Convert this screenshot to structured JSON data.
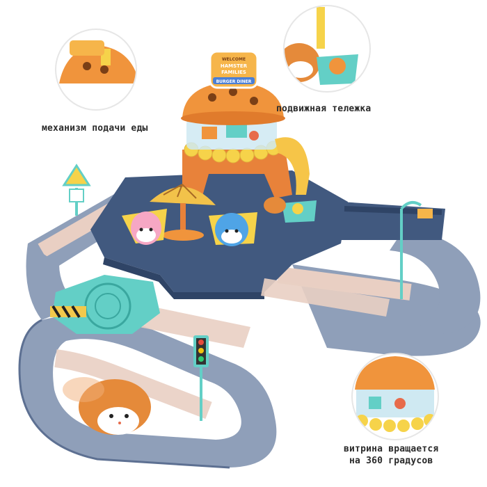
{
  "captions": {
    "feeding": "механизм подачи еды",
    "cart": "подвижная тележка",
    "rotate_line1": "витрина вращается",
    "rotate_line2": "на 360 градусов"
  },
  "sign": {
    "line1": "WELCOME",
    "line2": "HAMSTER",
    "line3": "FAMILIES",
    "line4": "BURGER DINER"
  },
  "colors": {
    "base_blue": "#41597f",
    "track_blue": "#8f9fb9",
    "track_light": "#e9cfc3",
    "burger_orange": "#f0943c",
    "bun_yellow": "#f6d34a",
    "teal": "#63cfc6",
    "hamster_orange": "#e58a3a",
    "hamster_pink": "#f6a7c4",
    "hamster_blue": "#4fa4e6"
  },
  "icons": [
    "hamster-character",
    "traffic-light",
    "road-sign",
    "burger-tower",
    "carousel-umbrella"
  ]
}
